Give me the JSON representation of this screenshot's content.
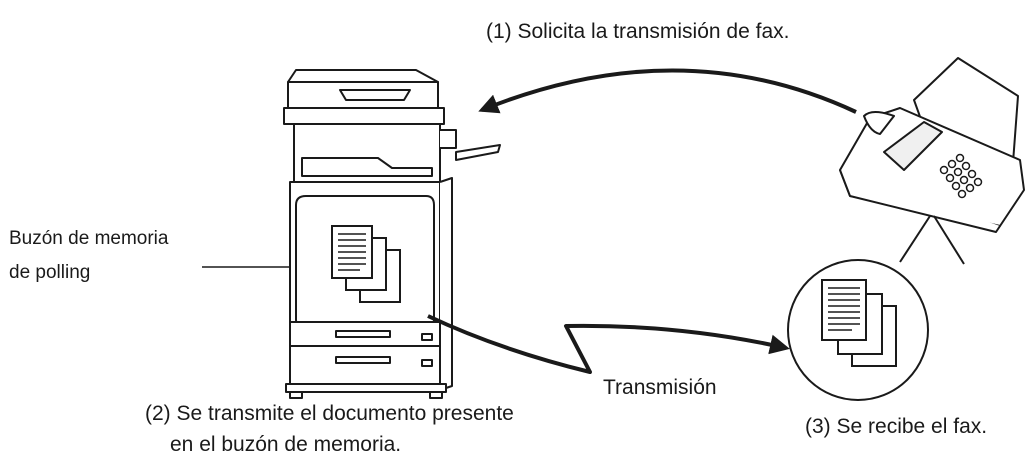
{
  "steps": {
    "request": "(1) Solicita la transmisión de fax.",
    "send_line1": "(2) Se transmite el documento presente",
    "send_line2": "en el buzón de memoria.",
    "receive": "(3) Se recibe el fax."
  },
  "callouts": {
    "memory_box_line1": "Buzón de memoria",
    "memory_box_line2": "de polling",
    "transmission": "Transmisión"
  },
  "icons": [
    "multifunction-printer-icon",
    "fax-machine-icon",
    "document-stack-icon",
    "curved-arrow-icon",
    "lightning-arrow-icon"
  ]
}
